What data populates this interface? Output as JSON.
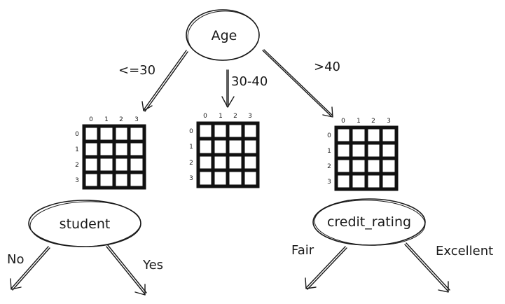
{
  "nodes": {
    "root": {
      "label": "Age"
    },
    "student": {
      "label": "student"
    },
    "credit": {
      "label": "credit_rating"
    }
  },
  "edges": {
    "le30": "<=30",
    "mid": "30-40",
    "gt40": ">40",
    "no": "No",
    "yes": "Yes",
    "fair": "Fair",
    "excellent": "Excellent"
  },
  "grid_axis": {
    "columns": [
      "0",
      "1",
      "2",
      "3"
    ],
    "rows": [
      "0",
      "1",
      "2",
      "3"
    ]
  }
}
